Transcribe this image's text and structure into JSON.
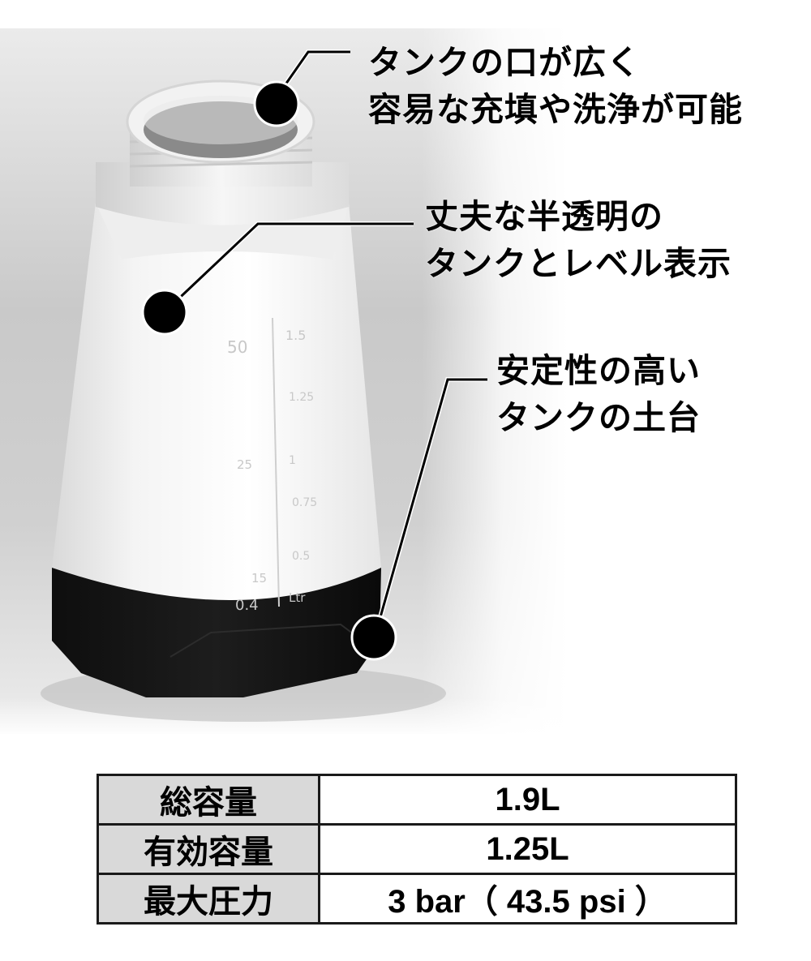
{
  "callouts": [
    {
      "id": "mouth",
      "lines": [
        "タンクの口が広く",
        "容易な充填や洗浄が可能"
      ]
    },
    {
      "id": "body",
      "lines": [
        "丈夫な半透明の",
        "タンクとレベル表示"
      ]
    },
    {
      "id": "base",
      "lines": [
        "安定性の高い",
        "タンクの土台"
      ]
    }
  ],
  "gauge": {
    "left_marks": [
      "50",
      "25",
      "15",
      "0.4"
    ],
    "right_marks": [
      "1.5",
      "1.25",
      "1",
      "0.75",
      "0.5",
      "Ltr"
    ]
  },
  "specs": [
    {
      "label": "総容量",
      "value": "1.9L"
    },
    {
      "label": "有効容量",
      "value": "1.25L"
    },
    {
      "label": "最大圧力",
      "value": "3 bar（ 43.5 psi ）"
    }
  ],
  "colors": {
    "callout_dot": "#000000",
    "table_label_bg": "#d9d9d9",
    "table_border": "#1a1a1a",
    "tank_base": "#151515"
  }
}
